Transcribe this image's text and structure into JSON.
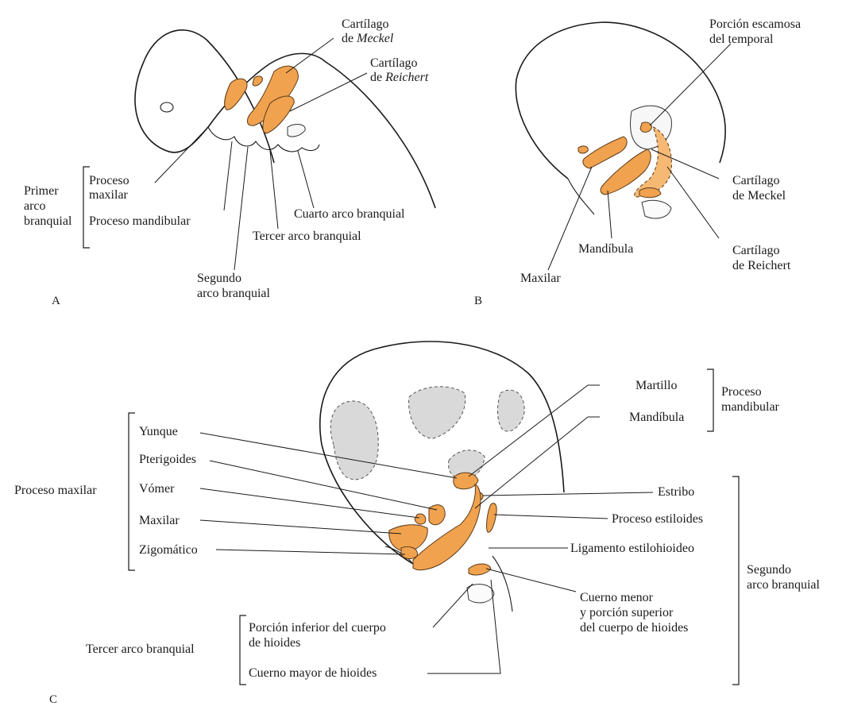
{
  "panels": {
    "a": {
      "letter": "A",
      "labels": {
        "meckel_line1": "Cartílago",
        "meckel_line2_prefix": "de ",
        "meckel_line2_italic": "Meckel",
        "reichert_line1": "Cartílago",
        "reichert_line2_prefix": "de ",
        "reichert_line2_italic": "Reichert",
        "primer_line1": "Primer",
        "primer_line2": "arco",
        "primer_line3": "branquial",
        "proceso_maxilar_line1": "Proceso",
        "proceso_maxilar_line2": "maxilar",
        "proceso_mandibular": "Proceso mandibular",
        "cuarto_arco": "Cuarto arco branquial",
        "tercer_arco": "Tercer arco branquial",
        "segundo_line1": "Segundo",
        "segundo_line2": "arco branquial"
      }
    },
    "b": {
      "letter": "B",
      "labels": {
        "escamosa_line1": "Porción escamosa",
        "escamosa_line2": "del temporal",
        "meckel_line1": "Cartílago",
        "meckel_line2": "de Meckel",
        "reichert_line1": "Cartílago",
        "reichert_line2": "de Reichert",
        "mandibula": "Mandíbula",
        "maxilar": "Maxilar"
      }
    },
    "c": {
      "letter": "C",
      "labels": {
        "martillo": "Martillo",
        "mandibula": "Mandíbula",
        "proceso_mandibular_line1": "Proceso",
        "proceso_mandibular_line2": "mandibular",
        "yunque": "Yunque",
        "pterigoides": "Pterigoides",
        "vomer": "Vómer",
        "maxilar": "Maxilar",
        "zigomatico": "Zigomático",
        "proceso_maxilar": "Proceso maxilar",
        "estribo": "Estribo",
        "proceso_estiloides": "Proceso estiloides",
        "ligamento": "Ligamento estilohioideo",
        "segundo_line1": "Segundo",
        "segundo_line2": "arco branquial",
        "cuerno_menor_line1": "Cuerno menor",
        "cuerno_menor_line2": "y porción superior",
        "cuerno_menor_line3": "del cuerpo de hioides",
        "porcion_inferior_line1": "Porción inferior del cuerpo",
        "porcion_inferior_line2": "de hioides",
        "cuerno_mayor": "Cuerno mayor de hioides",
        "tercer_arco": "Tercer arco branquial"
      }
    }
  },
  "colors": {
    "cartilage": "#f0a24e",
    "line": "#1a1a1a",
    "grey_region": "#d9d9d9"
  }
}
